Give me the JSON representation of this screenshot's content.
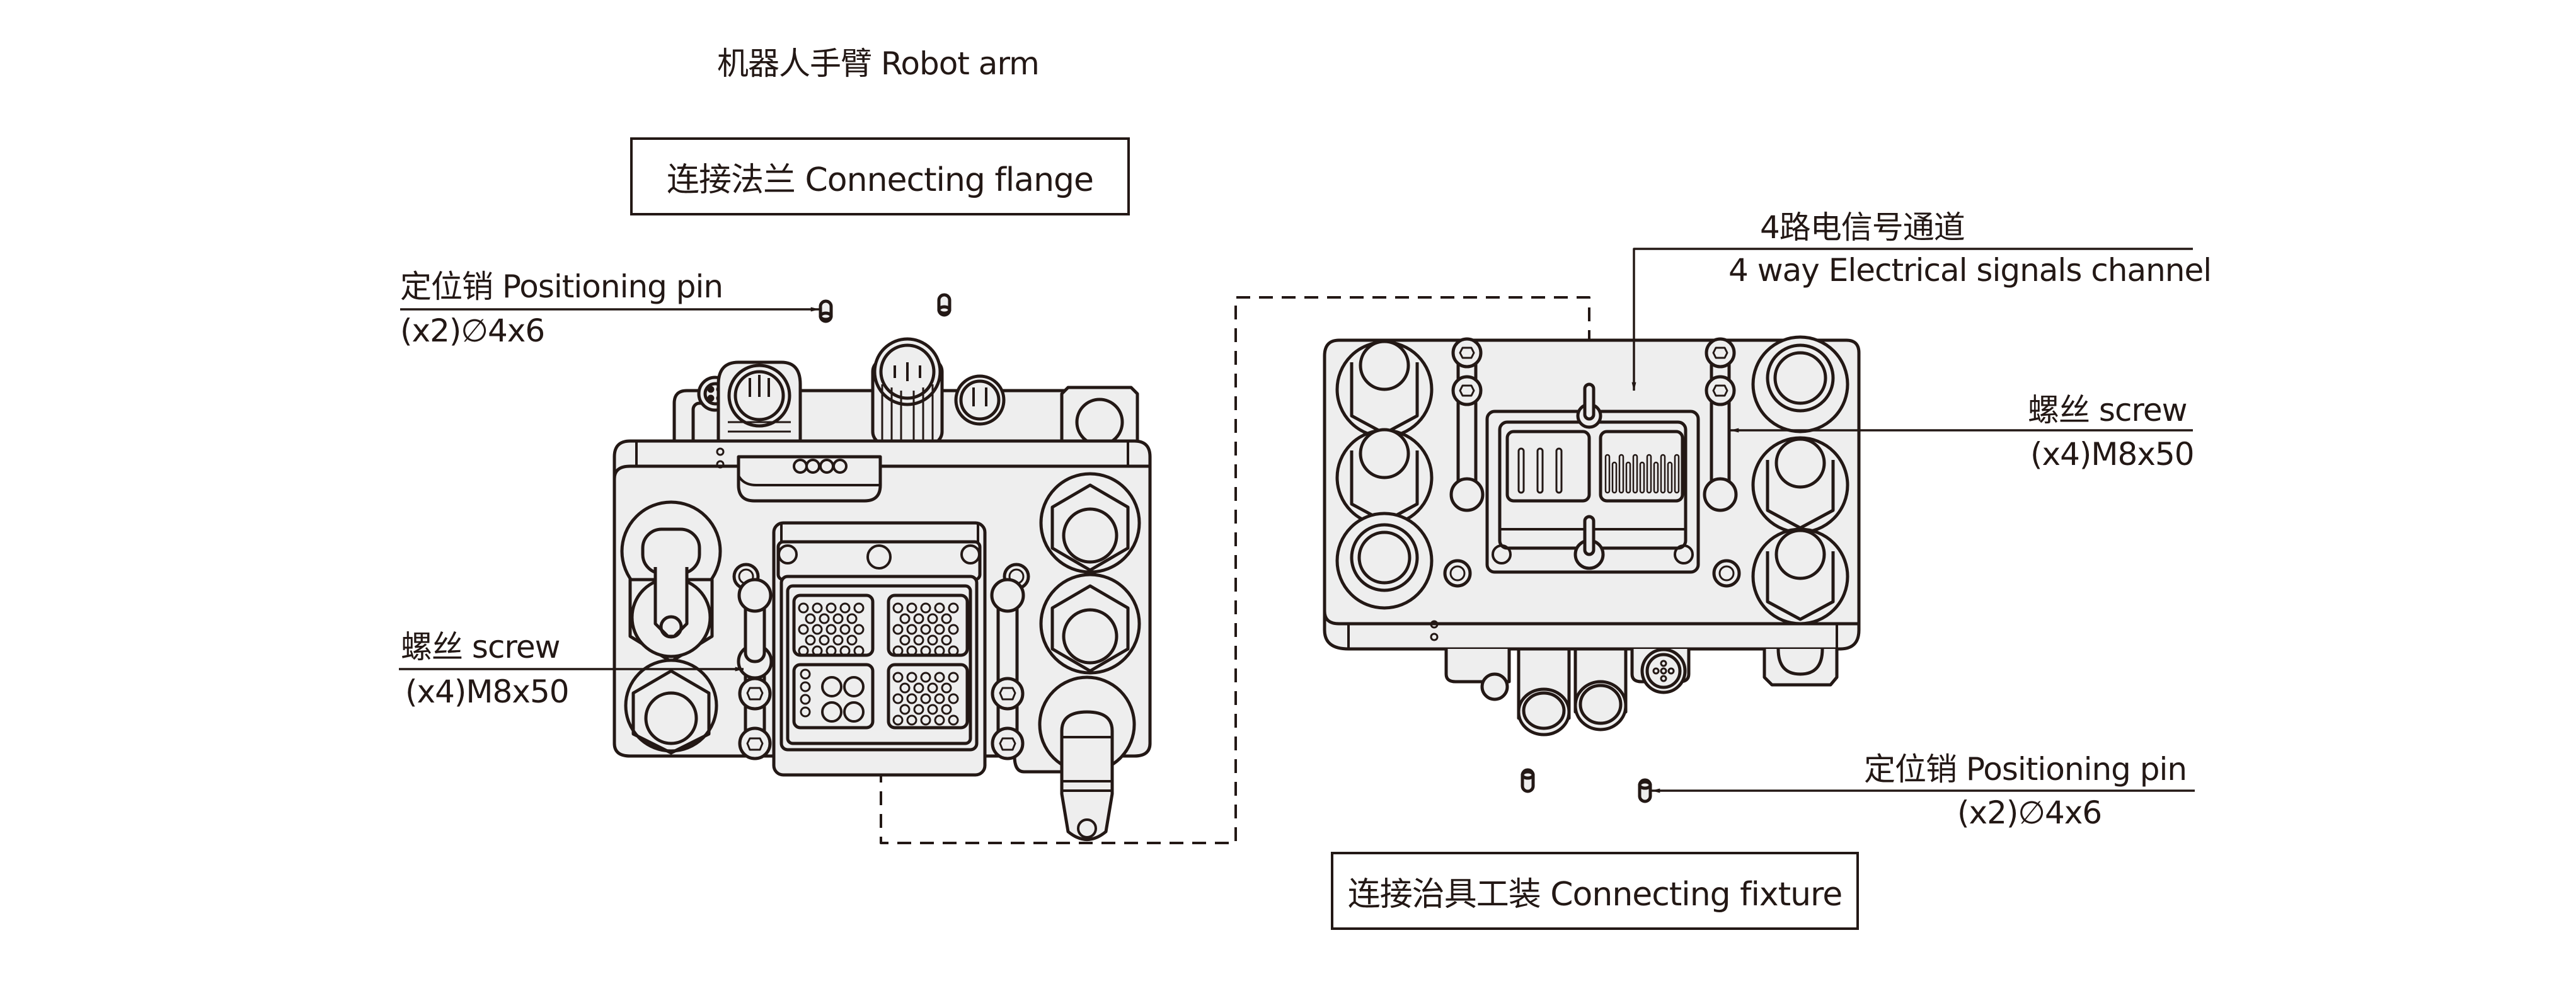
{
  "title": "机器人手臂 Robot arm",
  "flange_box": {
    "label": "连接法兰 Connecting flange"
  },
  "fixture_box": {
    "label": "连接治具工装 Connecting fixture"
  },
  "callouts": {
    "left_pin": {
      "name": "定位销 Positioning pin",
      "spec": "(x2)∅4x6"
    },
    "left_screw": {
      "name": "螺丝 screw",
      "spec": "(x4)M8x50"
    },
    "right_signal": {
      "name": "4路电信号通道",
      "spec": "4 way Electrical signals channel"
    },
    "right_screw": {
      "name": "螺丝 screw",
      "spec": "(x4)M8x50"
    },
    "right_pin": {
      "name": "定位销 Positioning pin",
      "spec": "(x2)∅4x6"
    }
  },
  "colors": {
    "ink": "#231815",
    "body_fill": "#eeeeee",
    "background": "#ffffff"
  }
}
